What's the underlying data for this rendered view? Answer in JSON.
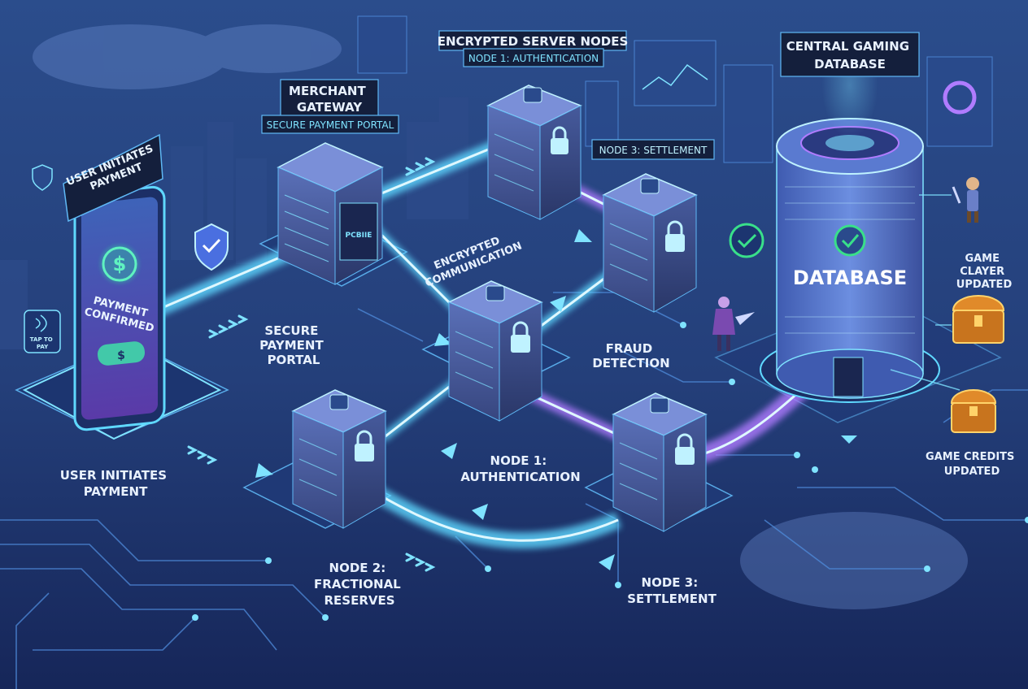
{
  "colors": {
    "background_top": "#2a4a86",
    "background_bottom": "#16275a",
    "neon_cyan": "#5fd8ff",
    "neon_purple": "#b07cff",
    "server_face": "#4a5fa0",
    "label_box": "#141f3c",
    "check_green": "#39e08a"
  },
  "labels": {
    "encrypted_server_nodes": "ENCRYPTED SERVER NODES",
    "node1_auth_top": "NODE 1: AUTHENTICATION",
    "merchant_gateway_l1": "MERCHANT",
    "merchant_gateway_l2": "GATEWAY",
    "secure_payment_portal_box": "SECURE PAYMENT PORTAL",
    "node3_settlement_box": "NODE 3: SETTLEMENT",
    "central_db_l1": "CENTRAL GAMING",
    "central_db_l2": "DATABASE",
    "user_initiates_top_l1": "USER INITIATES",
    "user_initiates_top_l2": "PAYMENT",
    "encrypted_comm_l1": "ENCRYPTED",
    "encrypted_comm_l2": "COMMUNICATION",
    "payment_confirmed_l1": "PAYMENT",
    "payment_confirmed_l2": "CONFIRMED",
    "phone_amount_symbol": "$",
    "tap_to_pay_l1": "TAP TO",
    "tap_to_pay_l2": "PAY",
    "secure_portal_l1": "SECURE",
    "secure_portal_l2": "PAYMENT",
    "secure_portal_l3": "PORTAL",
    "fraud_detection_l1": "FRAUD",
    "fraud_detection_l2": "DETECTION",
    "node1_auth_l1": "NODE 1:",
    "node1_auth_l2": "AUTHENTICATION",
    "user_initiates_bottom_l1": "USER INITIATES",
    "user_initiates_bottom_l2": "PAYMENT",
    "node2_l1": "NODE 2:",
    "node2_l2": "FRACTIONAL",
    "node2_l3": "RESERVES",
    "node3_l1": "NODE 3:",
    "node3_l2": "SETTLEMENT",
    "game_player_l1": "GAME",
    "game_player_l2": "CLAYER",
    "game_player_l3": "UPDATED",
    "game_credits_l1": "GAME CREDITS",
    "game_credits_l2": "UPDATED",
    "database_text": "DATABASE",
    "gateway_screen_text": "PCBIIE"
  },
  "icons": {
    "phone_dollar": "dollar-circle-icon",
    "shield": "shield-check-icon",
    "padlock": "padlock-icon",
    "db_check": "check-circle-icon",
    "chest": "treasure-chest-icon",
    "character": "game-character-icon",
    "nfc": "nfc-icon"
  }
}
